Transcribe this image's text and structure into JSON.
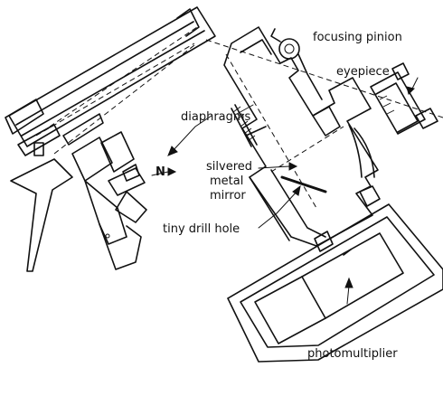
{
  "labels": {
    "focusing_pinion": "focusing pinion",
    "eyepiece": "eyepiece",
    "diaphragms": "diaphragms",
    "north": "N",
    "silvered_1": "silvered",
    "silvered_2": "metal",
    "silvered_3": "mirror",
    "drill_hole": "tiny drill hole",
    "photomultiplier": "photomultiplier"
  },
  "colors": {
    "ink": "#111111",
    "paper": "#ffffff"
  }
}
